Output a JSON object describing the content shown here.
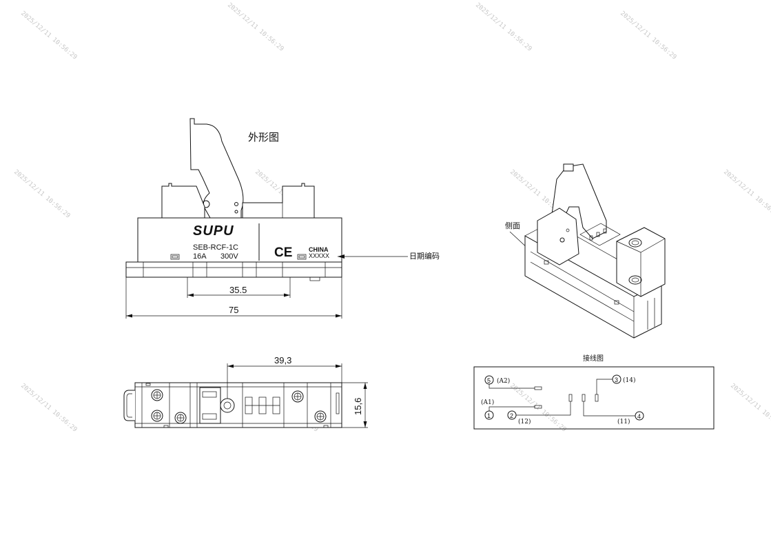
{
  "titles": {
    "outline": "外形图",
    "side": "侧面",
    "date_code": "日期编码",
    "wiring": "接线图"
  },
  "front_view": {
    "brand": "SUPU",
    "model": "SEB-RCF-1C",
    "current": "16A",
    "voltage": "300V",
    "ce_mark": "CE",
    "origin": "CHINA",
    "code": "XXXXX",
    "dim_inner": "35.5",
    "dim_total": "75"
  },
  "top_view": {
    "dim_width": "39,3",
    "dim_height": "15,6"
  },
  "wiring": {
    "t5": "5",
    "t5_label": "(A2)",
    "t1_label": "(A1)",
    "t1": "1",
    "t2": "2",
    "t2_label": "(12)",
    "t3": "3",
    "t3_label": "(14)",
    "t4": "4",
    "t4_label": "(11)"
  },
  "watermark": "2025/12/11  10:56:29"
}
